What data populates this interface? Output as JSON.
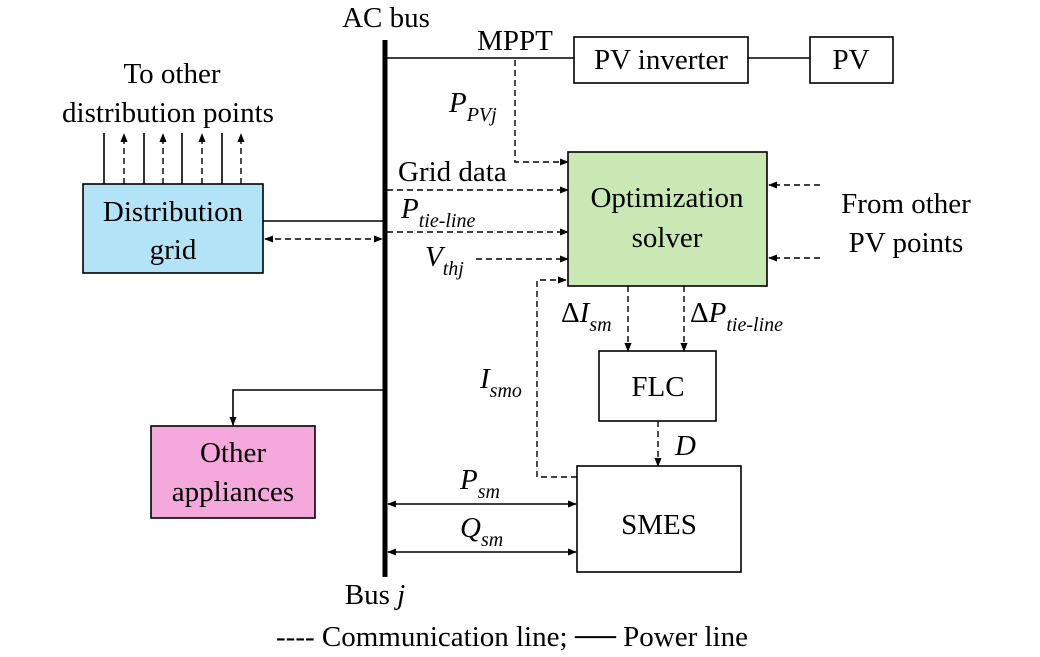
{
  "colors": {
    "distribution_grid_fill": "#b3e3f7",
    "optimization_solver_fill": "#c9e8b4",
    "other_appliances_fill": "#f5a8dc",
    "plain_block_fill": "#ffffff"
  },
  "labels": {
    "ac_bus": "AC bus",
    "bus_j_text": "Bus ",
    "bus_j_var": "j",
    "mppt": "MPPT",
    "to_other_line1": "To other",
    "to_other_line2": "distribution points",
    "grid_data": "Grid data",
    "from_other_line1": "From other",
    "from_other_line2": "PV points",
    "legend": "---- Communication line; ── Power line"
  },
  "blocks": {
    "pv_inverter": "PV inverter",
    "pv": "PV",
    "distribution_grid_line1": "Distribution",
    "distribution_grid_line2": "grid",
    "optimization_solver_line1": "Optimization",
    "optimization_solver_line2": "solver",
    "flc": "FLC",
    "smes": "SMES",
    "other_appliances_line1": "Other",
    "other_appliances_line2": "appliances"
  },
  "signals": {
    "p_pvj": {
      "main": "P",
      "sub": "PVj"
    },
    "p_tie_line": {
      "main": "P",
      "sub": "tie-line"
    },
    "v_thj": {
      "main": "V",
      "sub": "thj"
    },
    "delta_i_sm": {
      "prefix": "Δ",
      "main": "I",
      "sub": "sm"
    },
    "delta_p_tie_line": {
      "prefix": "Δ",
      "main": "P",
      "sub": "tie-line"
    },
    "i_smo": {
      "main": "I",
      "sub": "smo"
    },
    "d": {
      "main": "D"
    },
    "p_sm": {
      "main": "P",
      "sub": "sm"
    },
    "q_sm": {
      "main": "Q",
      "sub": "sm"
    }
  }
}
